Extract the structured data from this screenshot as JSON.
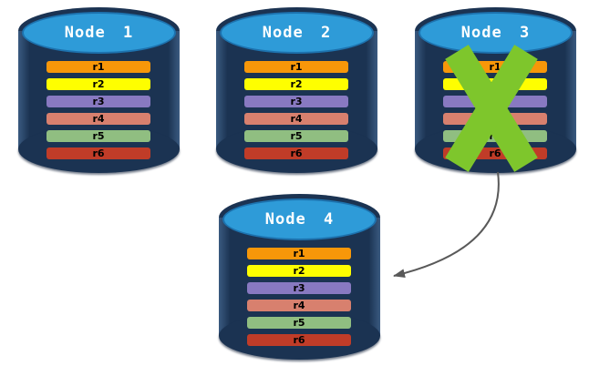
{
  "diagram": {
    "background_color": "#FFFFFF",
    "nodes": [
      {
        "title": "Node 1",
        "replicas": [
          "r1",
          "r2",
          "r3",
          "r4",
          "r5",
          "r6"
        ]
      },
      {
        "title": "Node 2",
        "replicas": [
          "r1",
          "r2",
          "r3",
          "r4",
          "r5",
          "r6"
        ]
      },
      {
        "title": "Node 3",
        "replicas": [
          "r1",
          "r2",
          "r3",
          "r4",
          "r5",
          "r6"
        ]
      },
      {
        "title": "Node 4",
        "replicas": [
          "r1",
          "r2",
          "r3",
          "r4",
          "r5",
          "r6"
        ]
      }
    ],
    "replica_colors": {
      "r1": "#F79709",
      "r2": "#FEFE00",
      "r3": "#8879C1",
      "r4": "#D8806E",
      "r5": "#90BE81",
      "r6": "#C03C28"
    },
    "cylinder_colors": {
      "body": "#1B3352",
      "cap": "#2E9BD8",
      "cap_border": "#1D72AE",
      "title_text": "#FFFFFF"
    },
    "failure_mark": {
      "shape": "x-cross",
      "color": "#7EC62C",
      "on_node": "Node 3"
    },
    "arrow": {
      "from": "Node 3",
      "to": "Node 4",
      "color": "#595959"
    }
  }
}
